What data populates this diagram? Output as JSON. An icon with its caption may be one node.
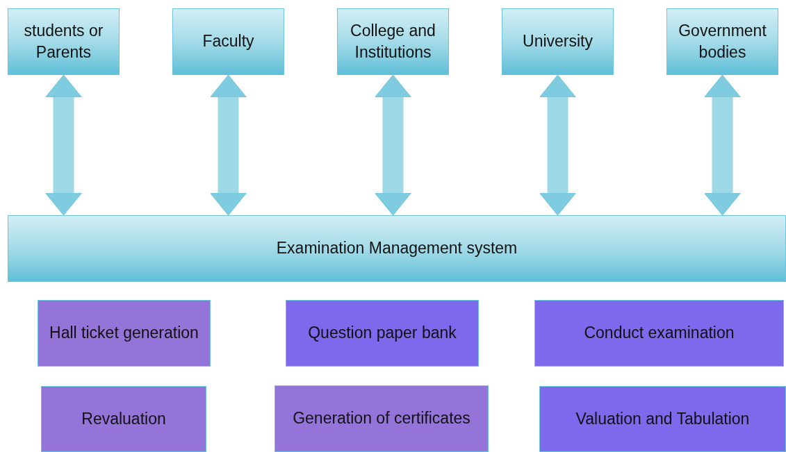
{
  "diagram": {
    "nodes": [
      {
        "text": [
          "students or Parents"
        ]
      },
      {
        "text": [
          "Faculty"
        ]
      },
      {
        "text": [
          "College and Institutions"
        ]
      },
      {
        "text": [
          "University"
        ]
      },
      {
        "text": [
          "Government bodies"
        ]
      },
      {
        "text": [
          "Examination Management system"
        ]
      },
      {
        "text": [
          "Hall ticket generation"
        ]
      },
      {
        "text": [
          "Question paper bank"
        ]
      },
      {
        "text": [
          "Conduct examination"
        ]
      },
      {
        "text": [
          "Revaluation"
        ]
      },
      {
        "text": [
          "Generation of certificates"
        ]
      },
      {
        "text": [
          "Valuation and Tabulation"
        ]
      }
    ],
    "edges": [
      {
        "from": 0,
        "to": 5,
        "arrow": "both"
      },
      {
        "from": 1,
        "to": 5,
        "arrow": "both"
      },
      {
        "from": 2,
        "to": 5,
        "arrow": "both"
      },
      {
        "from": 3,
        "to": 5,
        "arrow": "both"
      },
      {
        "from": 4,
        "to": 5,
        "arrow": "both"
      }
    ]
  }
}
